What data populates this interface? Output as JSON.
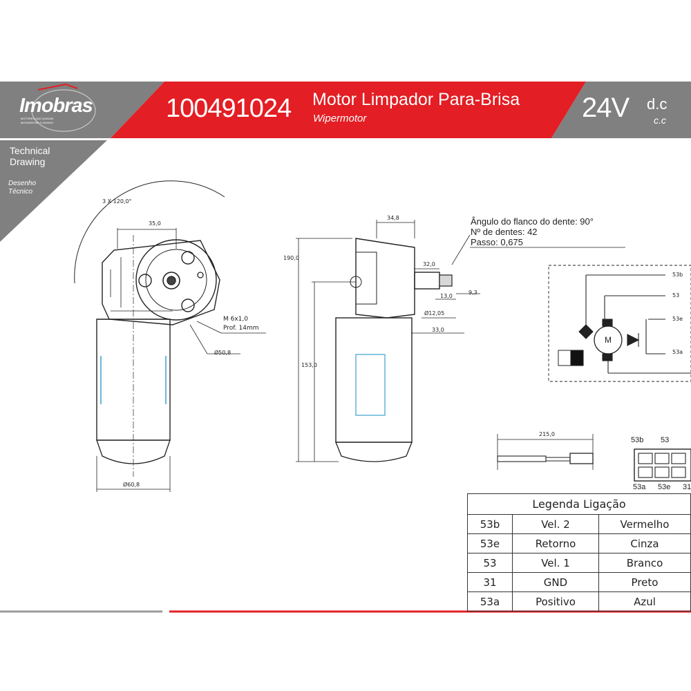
{
  "header": {
    "brand": "Imobras",
    "brand_tagline": [
      "MOTORES QUE AJUDAM",
      "MOVIMENTAR O MUNDO"
    ],
    "part_number": "100491024",
    "title": "Motor Limpador Para-Brisa",
    "subtitle": "Wipermotor",
    "voltage": "24V",
    "current_type": "d.c",
    "current_type_pt": "c.c"
  },
  "section": {
    "label_line1": "Technical",
    "label_line2": "Drawing",
    "label_pt_line1": "Desenho",
    "label_pt_line2": "Técnico"
  },
  "front_view": {
    "angle_label": "3 X 120,0°",
    "dim_bolt_spacing": "35,0",
    "thread_label": "M 6x1,0",
    "depth_label": "Prof. 14mm",
    "dim_flange_diameter": "Ø50,8",
    "dim_body_diameter": "Ø60,8"
  },
  "side_view": {
    "dim_total_height": "190,0",
    "dim_body_height": "153,0",
    "dim_gearbox_width": "34,8",
    "dim_shaft_length": "32,0",
    "dim_spline_length": "13,0",
    "dim_spline_offset": "9,3",
    "dim_shaft_diameter": "Ø12,05",
    "dim_flange_offset": "33,0"
  },
  "gear_notes": [
    "Ângulo do flanco do dente: 90°",
    "Nº de dentes: 42",
    "Passo: 0,675"
  ],
  "schematic": {
    "terminals": [
      "53b",
      "53",
      "53e",
      "53a"
    ],
    "motor_label": "M"
  },
  "cable": {
    "dim_length": "215,0"
  },
  "connector": {
    "top_labels": [
      "53b",
      "53"
    ],
    "bottom_labels": [
      "53a",
      "53e",
      "31"
    ]
  },
  "legend": {
    "title": "Legenda Ligação",
    "rows": [
      [
        "53b",
        "Vel. 2",
        "Vermelho"
      ],
      [
        "53e",
        "Retorno",
        "Cinza"
      ],
      [
        "53",
        "Vel. 1",
        "Branco"
      ],
      [
        "31",
        "GND",
        "Preto"
      ],
      [
        "53a",
        "Positivo",
        "Azul"
      ]
    ]
  },
  "colors": {
    "brand_red": "#e31e24",
    "header_gray": "#808080",
    "line": "#222222"
  }
}
